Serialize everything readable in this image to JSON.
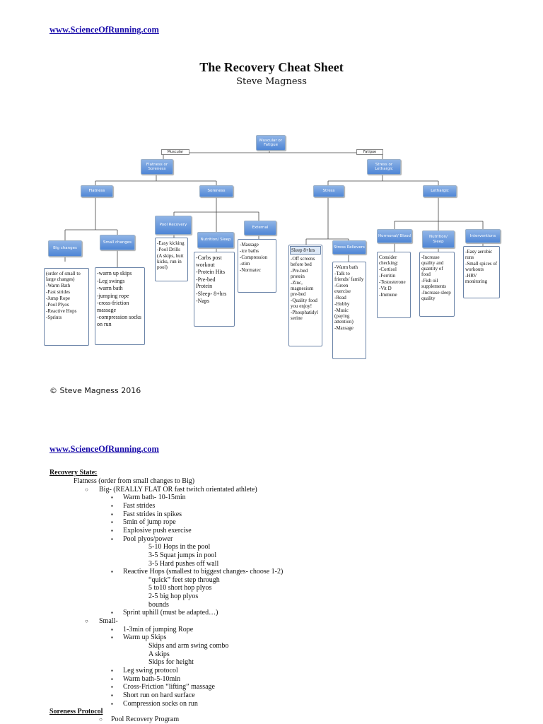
{
  "header": {
    "link": "www.ScienceOfRunning.com"
  },
  "title": "The Recovery Cheat Sheet",
  "author": "Steve Magness",
  "tree": {
    "root": "Muscular or Fatigue",
    "edge_left": "Muscular",
    "edge_right": "Fatigue",
    "flatness_soreness": "Flatness or Soreness",
    "stress_lethargic": "Stress or Lethargic",
    "flatness": "Flatness",
    "soreness": "Soreness",
    "stress": "Stress",
    "lethargic": "Lethargic",
    "big_changes": "Big changes",
    "small_changes": "Small changes",
    "pool_recovery": "Pool Recovery",
    "nutrition_sleep_1": "Nutrition/ Sleep",
    "external": "External",
    "sleep": "Sleep 8+hrs",
    "stress_relievers": "Stress Relievers",
    "hormonal_blood": "Hormonal/ Blood",
    "nutrition_sleep_2": "Nutrition/ Sleep",
    "interventions": "Interventions"
  },
  "boxes": {
    "big_changes": [
      "(order of small to large changes)",
      "-Warm Bath",
      "-Fast strides",
      "-Jump Rope",
      "-Pool Plyos",
      "-Reactive Hops",
      "-Sprints"
    ],
    "small_changes": [
      "-warm up skips",
      "-Leg swings",
      "-warm bath",
      "-jumping rope",
      "-cross-friction massage",
      "-compression socks on run"
    ],
    "pool_recovery": [
      "-Easy kicking",
      "-Pool Drills",
      "(A skips, butt kicks, run in pool)"
    ],
    "nutrition_sleep_1": [
      "-Carbs post workout",
      "-Protein Hits",
      "-Pre-bed Protein",
      "-Sleep- 8+hrs",
      "-Naps"
    ],
    "external": [
      "-Massage",
      "-ice baths",
      "-Compression",
      "-stim",
      "-Normatec"
    ],
    "sleep": [
      "-Off screens before bed",
      "-Pre-bed protein",
      "-Zinc, magnesium pre-bed",
      "-Quality food you enjoy!",
      "-Phosphatidyl serine"
    ],
    "stress_relievers": [
      "-Warm bath",
      "-Talk to friends/ family",
      "-Green exercise",
      "-Read",
      "-Hobby",
      "-Music (paying attention)",
      "-Massage"
    ],
    "hormonal_blood": [
      "Consider checking:",
      "-Cortisol",
      "-Ferritin",
      "-Testosterone",
      "-Vit D",
      "-Immune"
    ],
    "nutrition_sleep_2": [
      "-Increase quality and quantity of food",
      "-Fish oil supplements",
      "-Increase sleep quality"
    ],
    "interventions": [
      "-Easy aerobic runs",
      "-Small spices of workouts",
      "-HRV monitoring"
    ]
  },
  "copyright": "© Steve Magness 2016",
  "header2": {
    "link": "www.ScienceOfRunning.com"
  },
  "outline": {
    "heading1": "Recovery State:",
    "l1": "Flatness (order from small changes to Big)",
    "l2": "Big- (REALLY FLAT OR fast twitch orientated athlete)",
    "l3": "Warm bath- 10-15min",
    "l4": "Fast strides",
    "l5": "Fast strides in spikes",
    "l6": "5min of jump rope",
    "l7": "Explosive push exercise",
    "l8": "Pool plyos/power",
    "l9": "5-10 Hops in the pool",
    "l10": "3-5 Squat jumps in pool",
    "l11": "3-5 Hard pushes off wall",
    "l12": "Reactive Hops (smallest to biggest changes- choose 1-2)",
    "l13": "“quick” feet step through",
    "l14": "5 to10 short hop plyos",
    "l15": "2-5 big hop plyos",
    "l16": "bounds",
    "l17": "Sprint uphill (must be adapted…)",
    "l18": "Small-",
    "l19": "1-3min of jumping Rope",
    "l20": "Warm up Skips",
    "l21": "Skips and arm swing combo",
    "l22": "A skips",
    "l23": "Skips for height",
    "l24": "Leg swing protocol",
    "l25": "Warm bath-5-10min",
    "l26": "Cross-Friction “lifting” massage",
    "l27": "Short run on hard surface",
    "l28": "Compression socks on run",
    "heading2": "Soreness Protocol",
    "l29": "Pool Recovery Program"
  },
  "bullets": {
    "circle": "○",
    "square": "▪"
  }
}
